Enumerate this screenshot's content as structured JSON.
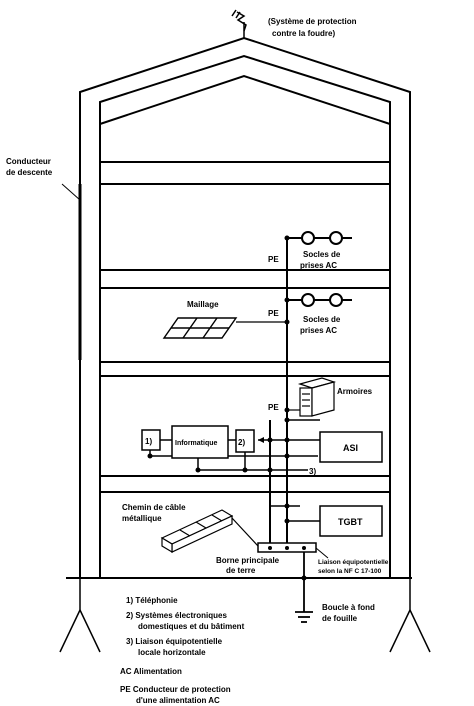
{
  "lightning_label": [
    "(Système de protection",
    "contre la foudre)"
  ],
  "down_conductor_label": [
    "Conducteur",
    "de descente"
  ],
  "pe_label": "PE",
  "sockets_label": [
    "Socles de",
    "prises AC"
  ],
  "mesh_label": "Maillage",
  "cabinets_label": "Armoires",
  "it_box_label": "Informatique",
  "ups_label": "ASI",
  "marker_1": "1)",
  "marker_2": "2)",
  "marker_3": "3)",
  "cable_tray_label": [
    "Chemin de câble",
    "métallique"
  ],
  "main_switchboard_label": "TGBT",
  "main_earth_terminal_label": [
    "Borne principale",
    "de terre"
  ],
  "bonding_label": [
    "Liaison équipotentielle",
    "selon la NF C 17-100"
  ],
  "foundation_loop_label": [
    "Boucle à fond",
    "de fouille"
  ],
  "legend": {
    "items": [
      {
        "lines": [
          "1) Téléphonie"
        ]
      },
      {
        "lines": [
          "2) Systèmes électroniques",
          "domestiques et du bâtiment"
        ]
      },
      {
        "lines": [
          "3) Liaison équipotentielle",
          "locale horizontale"
        ]
      },
      {
        "lines": [
          "AC  Alimentation"
        ]
      },
      {
        "lines": [
          "PE  Conducteur de protection",
          "d'une alimentation AC"
        ]
      }
    ]
  }
}
